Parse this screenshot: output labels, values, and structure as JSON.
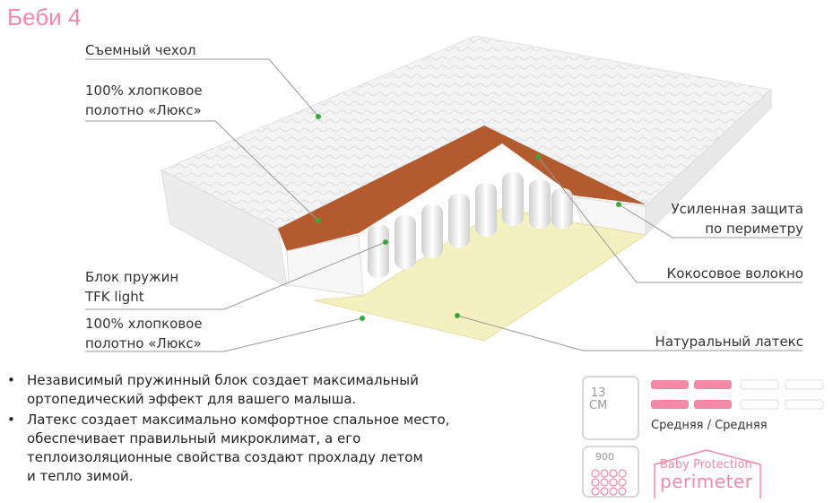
{
  "title": "Беби 4",
  "labels": {
    "cover": "Съемный чехол",
    "cotton_top_1": "100% хлопковое",
    "cotton_top_2": "полотно «Люкс»",
    "springs_1": "Блок пружин",
    "springs_2": "TFK light",
    "cotton_bottom_1": "100% хлопковое",
    "cotton_bottom_2": "полотно «Люкс»",
    "perimeter_1": "Усиленная защита",
    "perimeter_2": "по периметру",
    "coconut": "Кокосовое волокно",
    "latex": "Натуральный латекс"
  },
  "bullets": [
    {
      "line1": "Независимый пружинный блок создает максимальный",
      "line2": "ортопедический эффект для вашего малыша."
    },
    {
      "line1": "Латекс создает максимально комфортное спальное место,",
      "line2": "обеспечивает правильный микроклимат, а его",
      "line3": "теплоизоляционные свойства создают прохладу летом",
      "line4": "и тепло зимой."
    }
  ],
  "specs": {
    "thickness_value": "13",
    "thickness_unit": "СМ",
    "rigidity_label": "Средняя / Средняя",
    "springs_per_m2": "900",
    "badge_line1": "Baby Protection",
    "badge_line2": "perimeter"
  },
  "colors": {
    "accent_pink": "#f08aa6",
    "marker_green": "#3aa83a",
    "coconut": "#b35a2e",
    "latex": "#f4f0c0"
  }
}
